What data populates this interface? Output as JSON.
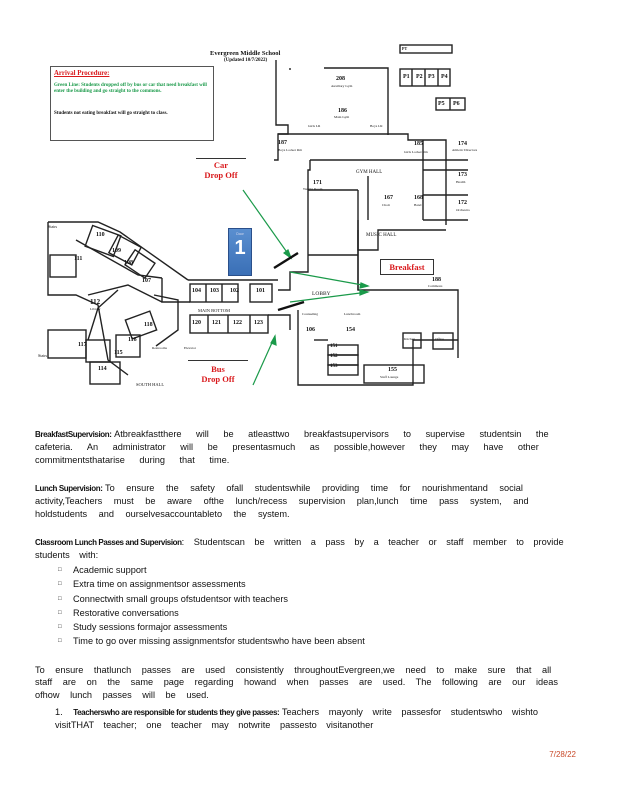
{
  "map": {
    "school_title": "Evergreen Middle School",
    "updated": "(Updated 10/7/2022)",
    "arrival_heading": "Arrival Procedure:",
    "arrival_green": "Green Line: Students dropped off by bus or car that need breakfast will enter the building and go straight to the commons.",
    "arrival_black": "Students not eating breakfast will go straight to class.",
    "car_dropoff": "Car\nDrop Off",
    "bus_dropoff": "Bus\nDrop Off",
    "breakfast": "Breakfast",
    "door_number": "1",
    "door_label": "Door",
    "labels": {
      "pt": "PT",
      "p1": "P1",
      "p2": "P2",
      "p3": "P3",
      "p4": "P4",
      "p5": "P5",
      "p6": "P6",
      "r208": "208",
      "r208s": "Auxiliary Gym",
      "r186": "186",
      "r186s": "Main Gym",
      "girls": "Girls LR",
      "boys": "Boys LR",
      "r187": "187",
      "r187s": "Boys Locker Rm",
      "r185": "185",
      "r185s": "Girls Locker Rm",
      "r174": "174",
      "r174s": "Athletic Directors",
      "r173": "173",
      "r173s": "Health",
      "r171": "171",
      "r171s": "Weight Room",
      "r172": "172",
      "r172s": "Orchestra",
      "gymhall": "GYM HALL",
      "r167": "167",
      "r167s": "Choir",
      "r168": "168",
      "r168s": "Band",
      "musichall": "MUSIC HALL",
      "r188": "188",
      "r188s": "Commons",
      "lobby": "LOBBY",
      "r110": "110",
      "r109": "109",
      "r111": "111",
      "r108": "108",
      "r107": "107",
      "r104": "104",
      "r103": "103",
      "r102": "102",
      "r101": "101",
      "r120": "120",
      "r121": "121",
      "r122": "122",
      "r123": "123",
      "r115": "115",
      "r116": "116",
      "r117": "117",
      "r118": "118",
      "r114": "114",
      "library": "Library",
      "r112": "112",
      "stairs": "Stairs",
      "mainbottom": "MAIN BOTTOM",
      "sitehall": "SOUTH HALL",
      "r150": "150",
      "r154": "154",
      "r151": "151",
      "r152": "152",
      "r153": "153",
      "r155": "155",
      "r155s": "Staff Lounge",
      "restrooms": "Restrooms",
      "elevator": "Elevator",
      "kitchen": "Kitchen",
      "lunch": "Lunchroom",
      "office": "Office",
      "r106": "106",
      "r106s": "Counseling"
    }
  },
  "body": {
    "p1_bold": "BreakfastSupervision:",
    "p1_text": "Atbreakfastthere will be atleasttwo breakfastsupervisors to supervise studentsin the cafeteria. An administrator will be presentasmuch as possible,however they may have other commitmentsthatarise during that time.",
    "p2_bold": "Lunch Supervision:",
    "p2_text": "To ensure the safety ofall studentswhile providing time for nourishmentand social activity,Teachers must be aware ofthe lunch/recess supervision plan,lunch time pass system, and holdstudents and ourselvesaccountableto the system.",
    "p3_bold": "Classroom Lunch Passes and Supervision",
    "p3_text": ": Studentscan be written a pass by a teacher or staff member to provide students with:",
    "bullets": [
      "Academic support",
      "Extra time on assignmentsor assessments",
      "Connectwith small groups ofstudentsor with teachers",
      "Restorative conversations",
      "Study sessions formajor assessments",
      "Time to go over missing assignmentsfor studentswho have been absent"
    ],
    "p4_text": "To ensure thatlunch passes are used consistently throughoutEvergreen,we need to make sure that all staff are on the same page regarding howand when passes are used. The following are our ideas ofhow lunch passes will be used.",
    "item1_num": "1.",
    "item1_lead": "Teacherswho are responsible for students they give passes:",
    "item1_text": "Teachers mayonly write passesfor studentswho wishto visitTHAT teacher; one teacher may notwrite passesto visitanother",
    "footer_date": "7/28/22"
  }
}
